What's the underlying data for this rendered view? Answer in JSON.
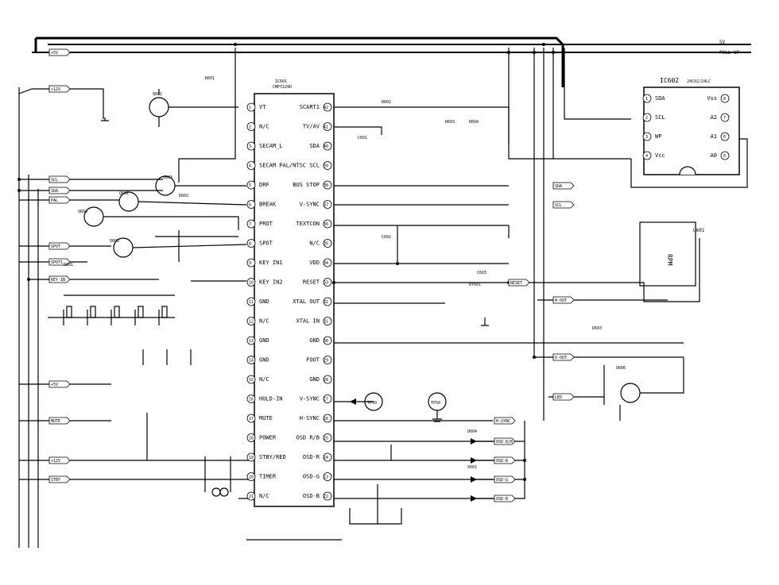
{
  "ic_main": {
    "ref": "IC601",
    "part": "CMP7224D",
    "left_pins": [
      {
        "num": "1",
        "name": "VT"
      },
      {
        "num": "2",
        "name": "N/C"
      },
      {
        "num": "3",
        "name": "SECAM_L"
      },
      {
        "num": "4",
        "name": "SECAM PAL/NTSC"
      },
      {
        "num": "5",
        "name": "DRF"
      },
      {
        "num": "6",
        "name": "BREAK"
      },
      {
        "num": "7",
        "name": "PROT"
      },
      {
        "num": "8",
        "name": "SPOT"
      },
      {
        "num": "9",
        "name": "KEY IN1"
      },
      {
        "num": "10",
        "name": "KEY IN2"
      },
      {
        "num": "11",
        "name": "GND"
      },
      {
        "num": "12",
        "name": "N/C"
      },
      {
        "num": "13",
        "name": "GND"
      },
      {
        "num": "14",
        "name": "GND"
      },
      {
        "num": "15",
        "name": "N/C"
      },
      {
        "num": "16",
        "name": "HOLD-IN"
      },
      {
        "num": "17",
        "name": "MUTE"
      },
      {
        "num": "18",
        "name": "POWER"
      },
      {
        "num": "19",
        "name": "STBY/RED"
      },
      {
        "num": "20",
        "name": "TIMER"
      },
      {
        "num": "21",
        "name": "N/C"
      }
    ],
    "right_pins": [
      {
        "num": "42",
        "name": "SCART1"
      },
      {
        "num": "41",
        "name": "TV/AV"
      },
      {
        "num": "40",
        "name": "SDA"
      },
      {
        "num": "39",
        "name": "SCL"
      },
      {
        "num": "38",
        "name": "BUS STOP"
      },
      {
        "num": "37",
        "name": "V-SYNC"
      },
      {
        "num": "36",
        "name": "TEXTCON"
      },
      {
        "num": "35",
        "name": "N/C"
      },
      {
        "num": "34",
        "name": "VDD"
      },
      {
        "num": "33",
        "name": "RESET"
      },
      {
        "num": "32",
        "name": "XTAL OUT"
      },
      {
        "num": "31",
        "name": "XTAL IN"
      },
      {
        "num": "30",
        "name": "GND"
      },
      {
        "num": "29",
        "name": "FOOT"
      },
      {
        "num": "28",
        "name": "GND"
      },
      {
        "num": "27",
        "name": "V-SYNC"
      },
      {
        "num": "26",
        "name": "H-SYNC"
      },
      {
        "num": "25",
        "name": "OSD R/B"
      },
      {
        "num": "24",
        "name": "OSD-R"
      },
      {
        "num": "23",
        "name": "OSD-G"
      },
      {
        "num": "22",
        "name": "OSD-B"
      }
    ]
  },
  "eeprom": {
    "ref": "IC602",
    "part": "24C02/24LC",
    "left_pins": [
      {
        "num": "1",
        "name": "SDA"
      },
      {
        "num": "2",
        "name": "SCL"
      },
      {
        "num": "3",
        "name": "WP"
      },
      {
        "num": "4",
        "name": "Vcc"
      }
    ],
    "right_pins": [
      {
        "num": "8",
        "name": "Vss"
      },
      {
        "num": "7",
        "name": "A2"
      },
      {
        "num": "6",
        "name": "A1"
      },
      {
        "num": "5",
        "name": "A0"
      }
    ]
  },
  "remote_module": {
    "ref": "U601",
    "name": "RPM"
  },
  "testpoints": [
    {
      "label": "TP50"
    },
    {
      "label": "TP50"
    }
  ],
  "left_connectors": [
    "+5V",
    "+12V",
    "SCL",
    "SDA",
    "PAL",
    "SPOT",
    "SPOT1",
    "KEY IN",
    "+5V",
    "MUTE",
    "+12V",
    "STBY"
  ],
  "right_connectors": [
    "SDA",
    "SCL",
    "RESET",
    "H-OUT",
    "V-OUT",
    "LED",
    "H-SYNC",
    "OSD R/B",
    "OSD-R",
    "OSD-G",
    "OSD-B"
  ],
  "top_right_labels": [
    "5V",
    "PULL-UP"
  ],
  "parts": [
    "Q601",
    "Q602",
    "Q603",
    "Q604",
    "Q605",
    "Q606",
    "R601",
    "R602",
    "R603",
    "R604",
    "C601",
    "C602",
    "C603",
    "D601",
    "D602",
    "D603",
    "D604",
    "X601",
    "RY601"
  ]
}
